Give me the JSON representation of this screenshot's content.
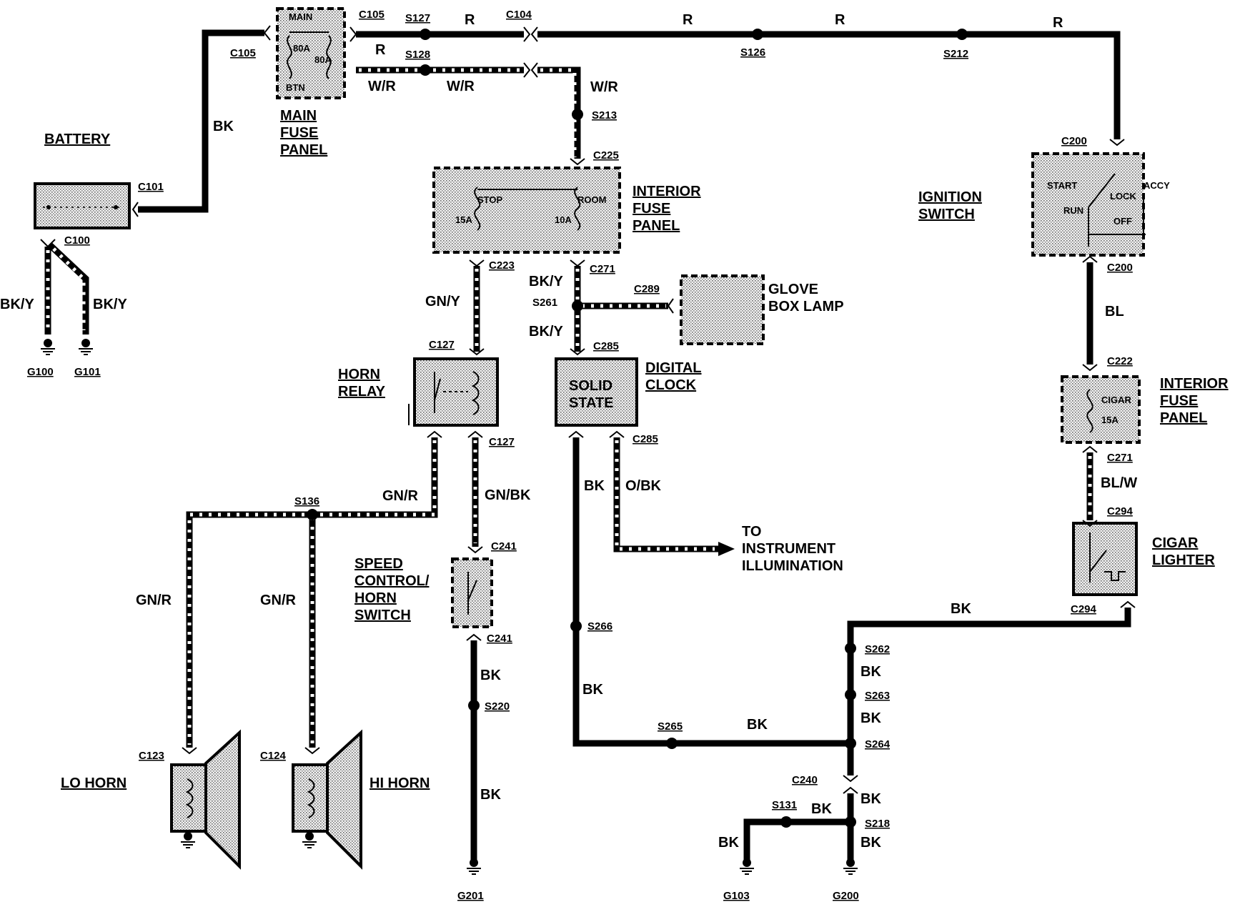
{
  "labels": {
    "battery": "BATTERY",
    "main_fuse_panel": [
      "MAIN",
      "FUSE",
      "PANEL"
    ],
    "main_fuse_inner": [
      "MAIN",
      "80A",
      "80A",
      "BTN"
    ],
    "interior_fuse_panel": [
      "INTERIOR",
      "FUSE",
      "PANEL"
    ],
    "interior_fuse_inner": [
      "STOP",
      "15A",
      "ROOM",
      "10A"
    ],
    "interior_fuse_panel_right": [
      "INTERIOR",
      "FUSE",
      "PANEL"
    ],
    "cigar_fuse_inner": [
      "CIGAR",
      "15A"
    ],
    "ignition_switch": [
      "IGNITION",
      "SWITCH"
    ],
    "ignition_inner": [
      "START",
      "LOCK",
      "ACCY",
      "RUN",
      "OFF"
    ],
    "glove_box_lamp": [
      "GLOVE",
      "BOX LAMP"
    ],
    "horn_relay": [
      "HORN",
      "RELAY"
    ],
    "digital_clock": [
      "DIGITAL",
      "CLOCK"
    ],
    "clock_inner": [
      "SOLID",
      "STATE"
    ],
    "speed_control": [
      "SPEED",
      "CONTROL/",
      "HORN",
      "SWITCH"
    ],
    "to_instrument": [
      "TO",
      "INSTRUMENT",
      "ILLUMINATION"
    ],
    "cigar_lighter": [
      "CIGAR",
      "LIGHTER"
    ],
    "lo_horn": "LO HORN",
    "hi_horn": "HI HORN"
  },
  "connectors": {
    "c105a": "C105",
    "c105b": "C105",
    "c101": "C101",
    "c100": "C100",
    "c104": "C104",
    "c225": "C225",
    "c223": "C223",
    "c271": "C271",
    "c289": "C289",
    "c285a": "C285",
    "c285b": "C285",
    "c127a": "C127",
    "c127b": "C127",
    "c241a": "C241",
    "c241b": "C241",
    "c123": "C123",
    "c124": "C124",
    "c200a": "C200",
    "c200b": "C200",
    "c222": "C222",
    "c271b": "C271",
    "c294a": "C294",
    "c294b": "C294",
    "c240": "C240"
  },
  "splices": {
    "s127": "S127",
    "s128": "S128",
    "s126": "S126",
    "s212": "S212",
    "s213": "S213",
    "s261": "S261",
    "s136": "S136",
    "s266": "S266",
    "s220": "S220",
    "s265": "S265",
    "s264": "S264",
    "s262": "S262",
    "s263": "S263",
    "s131": "S131",
    "s218": "S218"
  },
  "grounds": {
    "g100": "G100",
    "g101": "G101",
    "g201": "G201",
    "g103": "G103",
    "g200": "G200"
  },
  "wires": {
    "r1": "R",
    "r2": "R",
    "r3": "R",
    "r4": "R",
    "r5": "R",
    "bk_batt": "BK",
    "bky1": "BK/Y",
    "bky2": "BK/Y",
    "wr1": "W/R",
    "wr2": "W/R",
    "wr3": "W/R",
    "gny": "GN/Y",
    "bky3": "BK/Y",
    "bky4": "BK/Y",
    "gnr1": "GN/R",
    "gnr2": "GN/R",
    "gnr3": "GN/R",
    "gnbk": "GN/BK",
    "bk1": "BK",
    "obk": "O/BK",
    "bk2": "BK",
    "bk3": "BK",
    "bk4": "BK",
    "bk5": "BK",
    "bl": "BL",
    "blw": "BL/W",
    "bk6": "BK",
    "bk7": "BK",
    "bk8": "BK",
    "bk9": "BK",
    "bk10": "BK",
    "bk11": "BK",
    "bk12": "BK"
  }
}
